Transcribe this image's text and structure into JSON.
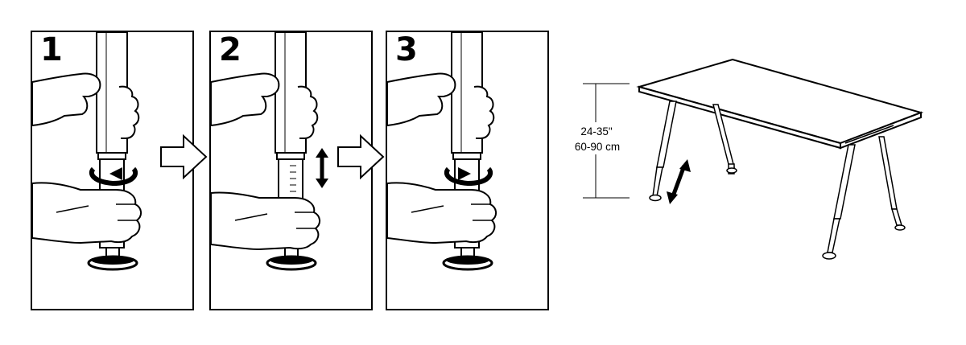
{
  "steps": [
    {
      "number": "1",
      "action": "twist-loosen"
    },
    {
      "number": "2",
      "action": "adjust-height"
    },
    {
      "number": "3",
      "action": "twist-tighten"
    }
  ],
  "dimension": {
    "imperial": "24-35\"",
    "metric": "60-90 cm"
  },
  "colors": {
    "ink": "#000000",
    "paper": "#ffffff",
    "arrow_fill": "#ffffff"
  }
}
